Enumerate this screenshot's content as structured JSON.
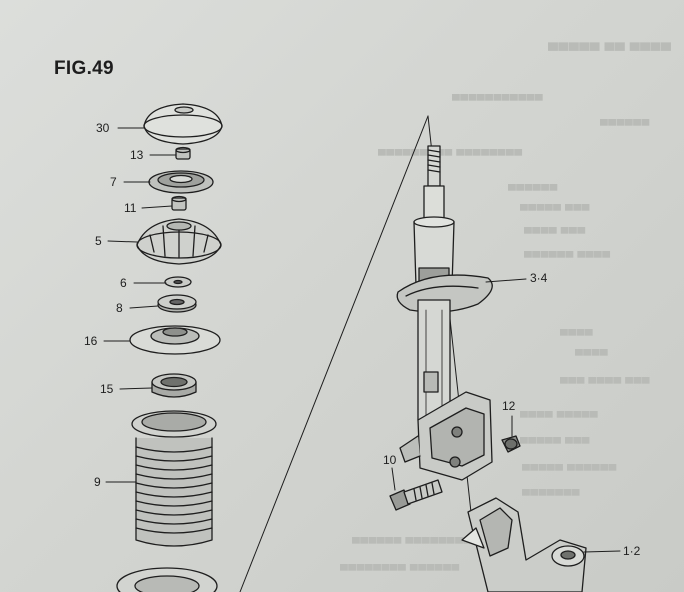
{
  "figure": {
    "title": "FIG.49"
  },
  "callouts": [
    {
      "id": "30",
      "label": "30"
    },
    {
      "id": "13",
      "label": "13"
    },
    {
      "id": "7",
      "label": "7"
    },
    {
      "id": "11",
      "label": "11"
    },
    {
      "id": "5",
      "label": "5"
    },
    {
      "id": "6",
      "label": "6"
    },
    {
      "id": "8",
      "label": "8"
    },
    {
      "id": "16",
      "label": "16"
    },
    {
      "id": "15",
      "label": "15"
    },
    {
      "id": "9",
      "label": "9"
    },
    {
      "id": "3-4",
      "label": "3·4"
    },
    {
      "id": "12",
      "label": "12"
    },
    {
      "id": "10",
      "label": "10"
    },
    {
      "id": "1-2",
      "label": "1·2"
    }
  ],
  "colors": {
    "ink": "#1e1e1e",
    "paper": "#d4d6d2",
    "ghost_text": "#b9bbb7"
  }
}
